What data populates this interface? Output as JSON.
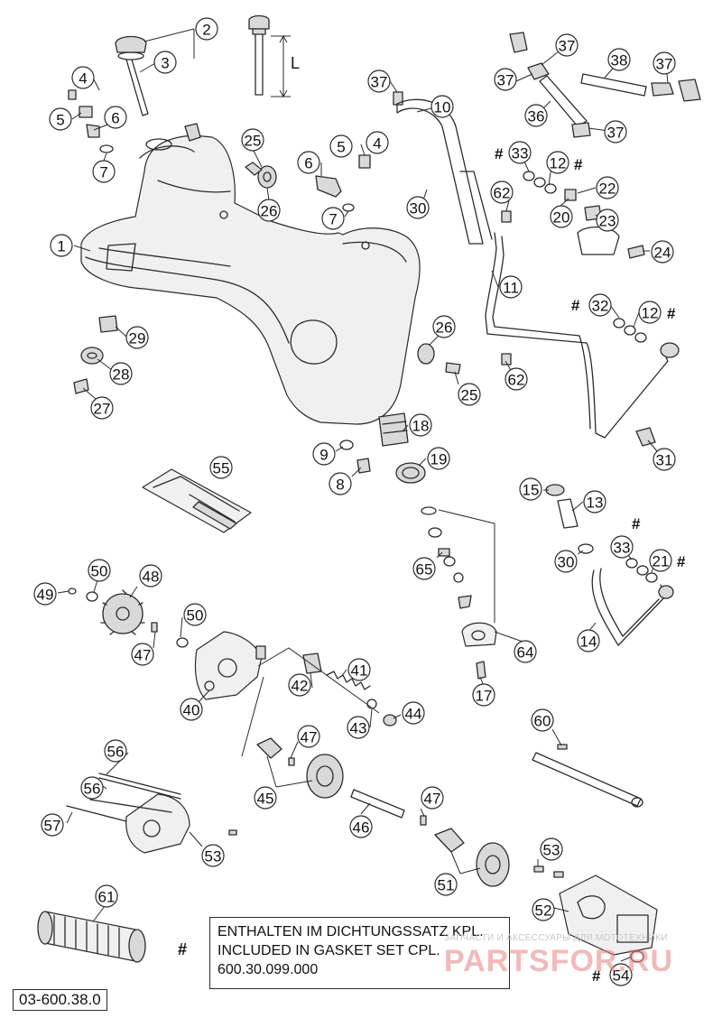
{
  "diagram": {
    "drawing_number": "03-600.38.0",
    "dimension_label": "L",
    "note": {
      "marker": "#",
      "line1": "ENTHALTEN IM DICHTUNGSSATZ KPL.",
      "line2": "INCLUDED IN GASKET SET CPL.",
      "line3": "600.30.099.000"
    },
    "watermark": {
      "small": "ЗАПЧАСТИ И АКСЕССУАРЫ ДЛЯ МОТОТЕХНИКИ",
      "big": "PARTSFOR.RU"
    },
    "callouts": [
      "1",
      "2",
      "3",
      "4",
      "5",
      "6",
      "7",
      "8",
      "9",
      "10",
      "11",
      "12",
      "13",
      "14",
      "15",
      "17",
      "18",
      "19",
      "20",
      "21",
      "22",
      "23",
      "24",
      "25",
      "26",
      "27",
      "28",
      "29",
      "30",
      "31",
      "32",
      "33",
      "37",
      "38",
      "40",
      "41",
      "42",
      "43",
      "44",
      "45",
      "46",
      "47",
      "48",
      "49",
      "50",
      "51",
      "52",
      "53",
      "54",
      "55",
      "56",
      "57",
      "60",
      "61",
      "62",
      "64",
      "65"
    ]
  }
}
